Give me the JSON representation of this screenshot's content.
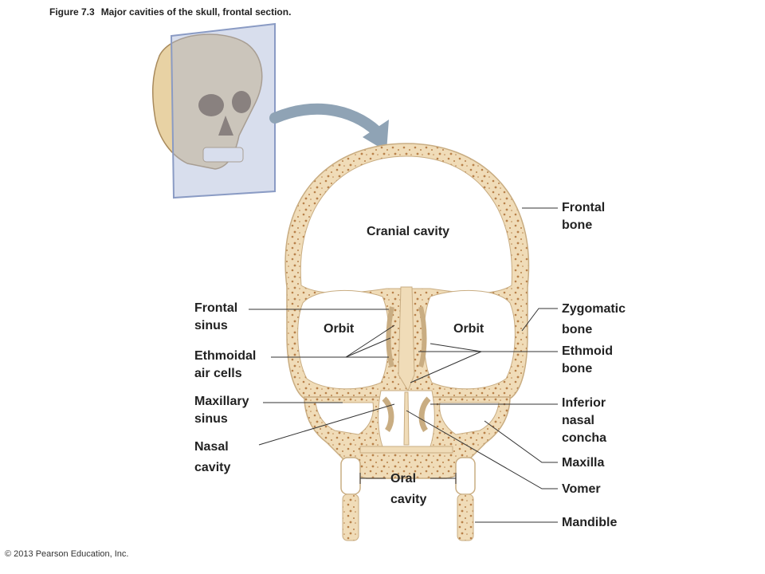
{
  "caption": {
    "figure": "Figure 7.3",
    "text": "Major cavities of the skull, frontal section."
  },
  "copyright": "© 2013 Pearson Education, Inc.",
  "labels": {
    "cranial_cavity": "Cranial cavity",
    "orbit_left": "Orbit",
    "orbit_right": "Orbit",
    "frontal_bone": [
      "Frontal",
      "bone"
    ],
    "zygomatic_bone": [
      "Zygomatic",
      "bone"
    ],
    "ethmoid_bone": [
      "Ethmoid",
      "bone"
    ],
    "inferior_nasal_concha": [
      "Inferior",
      "nasal",
      "concha"
    ],
    "maxilla": "Maxilla",
    "vomer": "Vomer",
    "mandible": "Mandible",
    "frontal_sinus": [
      "Frontal",
      "sinus"
    ],
    "ethmoidal_air_cells": [
      "Ethmoidal",
      "air cells"
    ],
    "maxillary_sinus": [
      "Maxillary",
      "sinus"
    ],
    "nasal_cavity": [
      "Nasal",
      "cavity"
    ],
    "oral_cavity": [
      "Oral",
      "cavity"
    ]
  },
  "colors": {
    "bone": "#f0dcb8",
    "bone_edge": "#c9ad82",
    "marrow": "#b8814a",
    "panel": "#a9b6d8",
    "arrow": "#8fa3b5",
    "line": "#333333"
  }
}
